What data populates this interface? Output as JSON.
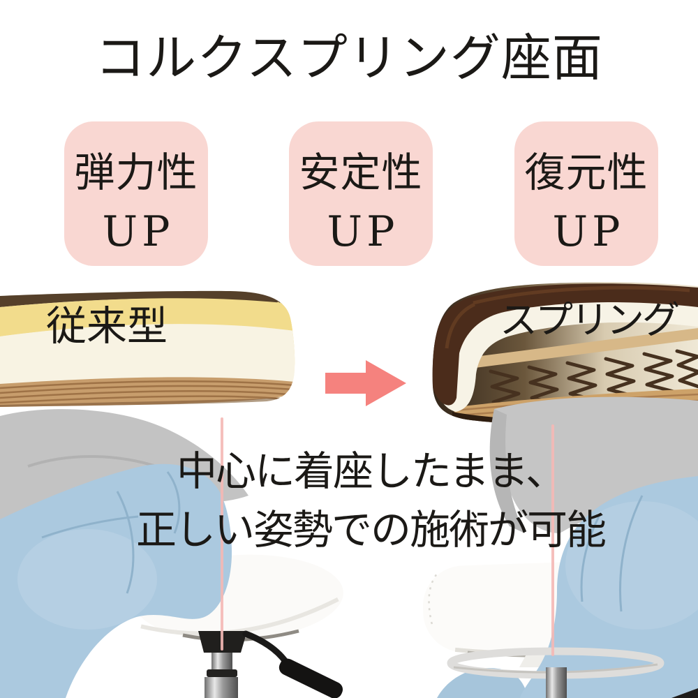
{
  "title": "コルクスプリング座面",
  "features": [
    {
      "label": "弾力性",
      "value": "UP"
    },
    {
      "label": "安定性",
      "value": "UP"
    },
    {
      "label": "復元性",
      "value": "UP"
    }
  ],
  "comparison": {
    "before_label": "従来型",
    "after_label": "スプリング"
  },
  "caption": {
    "line1": "中心に着座したまま、",
    "line2": "正しい姿勢での施術が可能"
  },
  "colors": {
    "page_bg": "#ffffff",
    "text": "#1b1916",
    "feature_box_bg": "#f9d7d2",
    "arrow": "#f5827e",
    "center_line": "#f4b8b5"
  }
}
